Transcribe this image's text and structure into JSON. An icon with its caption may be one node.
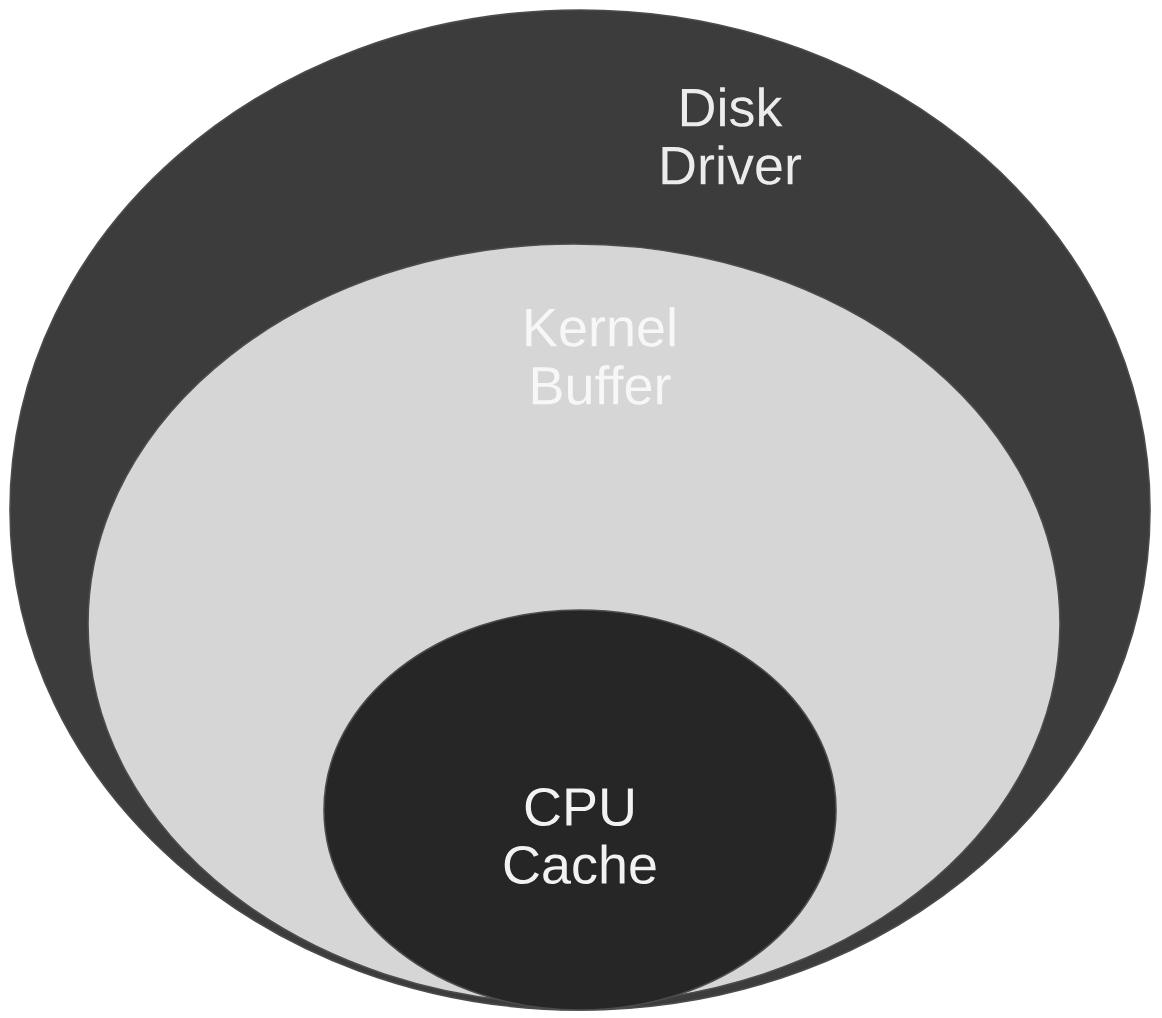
{
  "diagram": {
    "nodes": [
      {
        "text": [
          "Disk Driver"
        ]
      },
      {
        "text": [
          "Kernel Buffer"
        ],
        "in": 0
      },
      {
        "text": [
          "CPU Cache"
        ],
        "in": 1
      }
    ]
  }
}
